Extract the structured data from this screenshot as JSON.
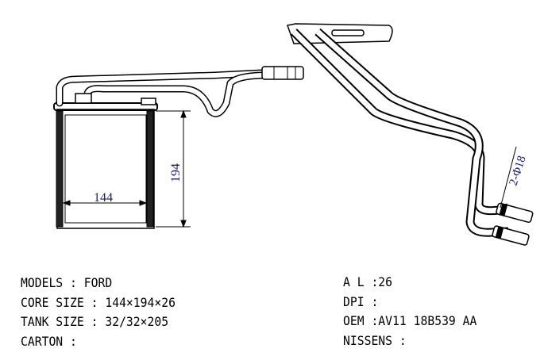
{
  "drawing": {
    "width_dim": "144",
    "height_dim": "194",
    "pipe_dim": "2-Φ18"
  },
  "specs_left": [
    "MODELS : FORD",
    "CORE SIZE : 144×194×26",
    "TANK SIZE : 32/32×205",
    "CARTON :"
  ],
  "specs_right": [
    "A L :26",
    "DPI :",
    "OEM :AV11 18B539 AA",
    "NISSENS :"
  ]
}
